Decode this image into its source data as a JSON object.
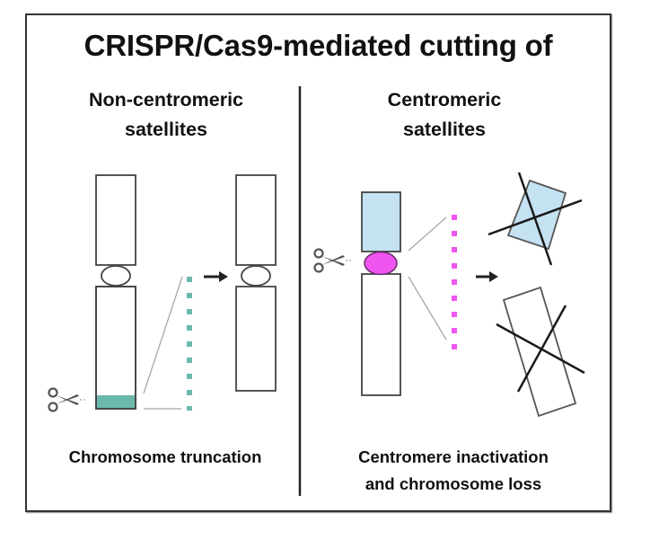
{
  "title": "CRISPR/Cas9-mediated cutting of",
  "left_panel": {
    "heading_line1": "Non-centromeric",
    "heading_line2": "satellites",
    "caption": "Chromosome truncation",
    "satellite_color": "#6bb8ac",
    "icons": [
      "scissors-icon",
      "arrow-right-icon"
    ]
  },
  "right_panel": {
    "heading_line1": "Centromeric",
    "heading_line2": "satellites",
    "caption_line1": "Centromere inactivation",
    "caption_line2": "and chromosome loss",
    "arm_color": "#c5e2f3",
    "centromere_color": "#f055f0",
    "satellite_color": "#f055f0",
    "icons": [
      "scissors-icon",
      "arrow-right-icon"
    ]
  },
  "colors": {
    "outline": "#444444",
    "text": "#111111",
    "connector": "#a8a8a8"
  }
}
